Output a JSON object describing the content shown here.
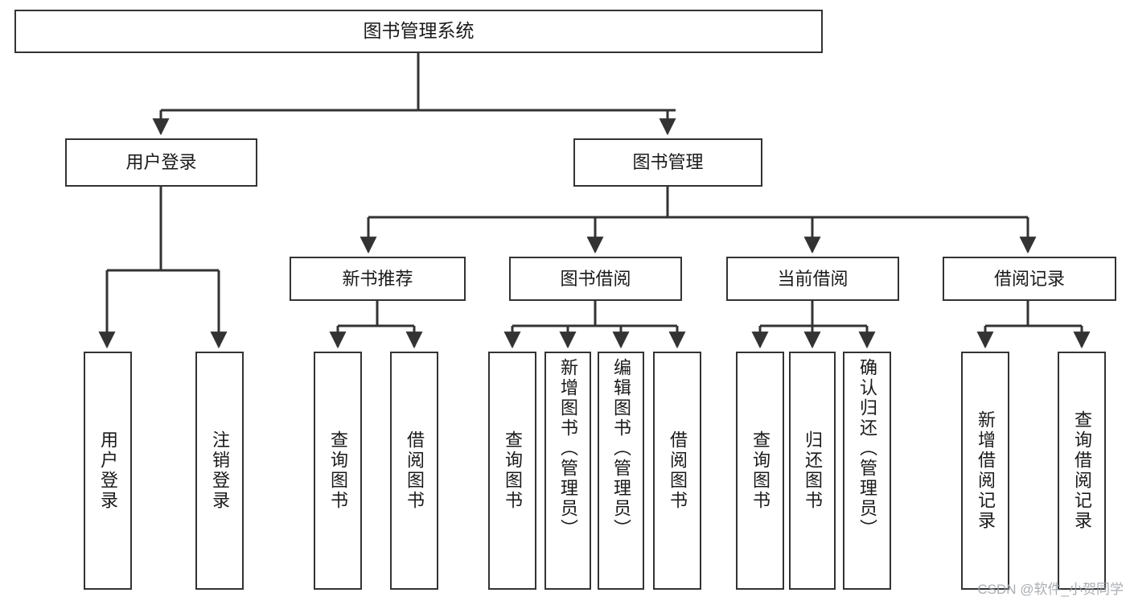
{
  "diagram": {
    "title": "图书管理系统",
    "watermark": "CSDN @软件_小贺同学",
    "colors": {
      "border": "#333333",
      "box_fill": "#ffffff",
      "text": "#1a1a1a",
      "background": "#ffffff",
      "watermark": "#9aa0a6"
    },
    "nodes": {
      "root": "图书管理系统",
      "user_login": "用户登录",
      "book_manage": "图书管理",
      "new_book_rec": "新书推荐",
      "book_borrow": "图书借阅",
      "current_borrow": "当前借阅",
      "borrow_record": "借阅记录",
      "leaf_user_login": "用户登录",
      "leaf_user_logout": "注销登录",
      "leaf_rec_query": "查询图书",
      "leaf_rec_borrow": "借阅图书",
      "leaf_borrow_query": "查询图书",
      "leaf_borrow_add": "新增图书（管理员）",
      "leaf_borrow_edit": "编辑图书（管理员）",
      "leaf_borrow_do": "借阅图书",
      "leaf_cur_query": "查询图书",
      "leaf_cur_return": "归还图书",
      "leaf_cur_confirm": "确认归还（管理员）",
      "leaf_rec_add": "新增借阅记录",
      "leaf_rec_search": "查询借阅记录"
    }
  }
}
